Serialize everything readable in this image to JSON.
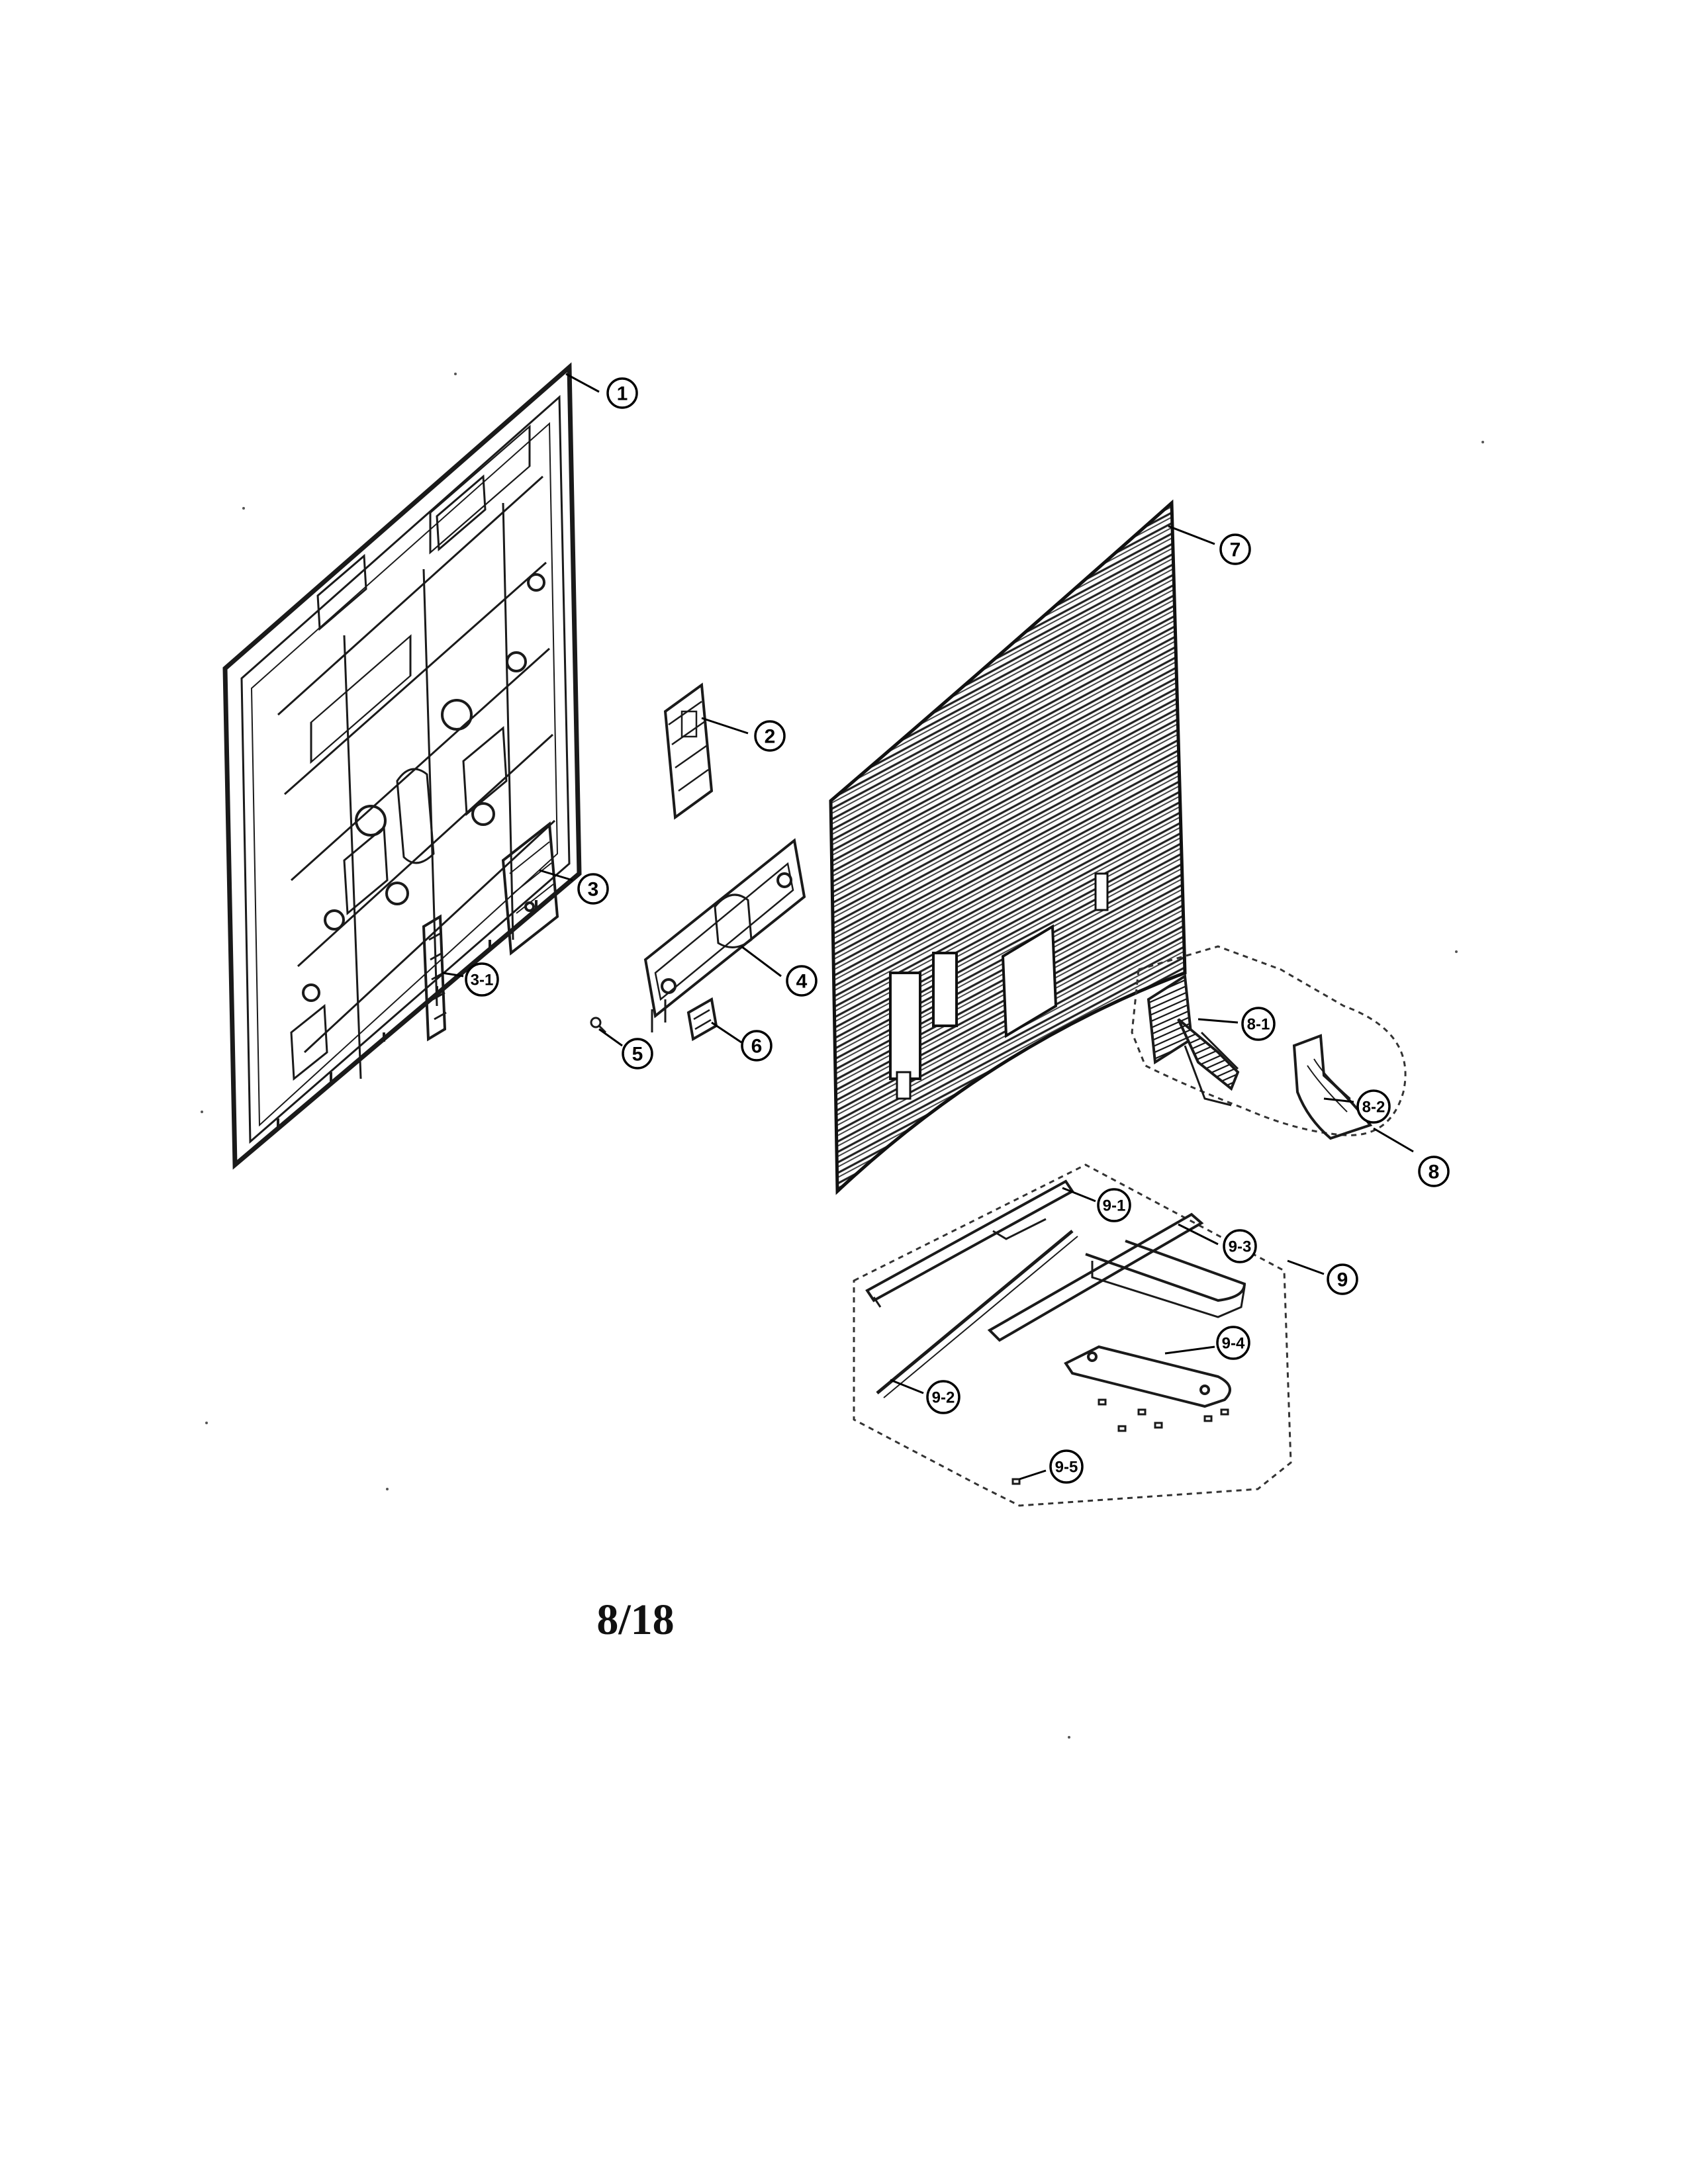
{
  "diagram": {
    "callouts": [
      {
        "id": "c1",
        "label": "1"
      },
      {
        "id": "c2",
        "label": "2"
      },
      {
        "id": "c3",
        "label": "3"
      },
      {
        "id": "c31",
        "label": "3-1"
      },
      {
        "id": "c4",
        "label": "4"
      },
      {
        "id": "c5",
        "label": "5"
      },
      {
        "id": "c6",
        "label": "6"
      },
      {
        "id": "c7",
        "label": "7"
      },
      {
        "id": "c8",
        "label": "8"
      },
      {
        "id": "c81",
        "label": "8-1"
      },
      {
        "id": "c82",
        "label": "8-2"
      },
      {
        "id": "c9",
        "label": "9"
      },
      {
        "id": "c91",
        "label": "9-1"
      },
      {
        "id": "c92",
        "label": "9-2"
      },
      {
        "id": "c93",
        "label": "9-3"
      },
      {
        "id": "c94",
        "label": "9-4"
      },
      {
        "id": "c95",
        "label": "9-5"
      }
    ]
  },
  "footer": {
    "page_number": "8/18"
  }
}
